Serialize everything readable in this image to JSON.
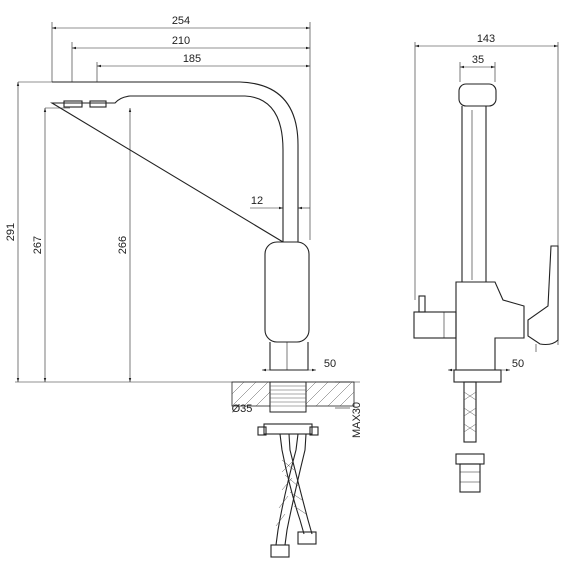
{
  "dimensions": {
    "spout_total": "254",
    "spout_mid": "210",
    "spout_reach": "185",
    "spout_thickness": "12",
    "height_total": "291",
    "height_outlet": "267",
    "height_handle": "266",
    "base_width_front": "50",
    "thread_dia": "Ø35",
    "counter_max": "MAX30",
    "side_depth": "143",
    "side_top": "35",
    "side_base": "50"
  },
  "colors": {
    "line": "#222222",
    "background": "#ffffff"
  }
}
